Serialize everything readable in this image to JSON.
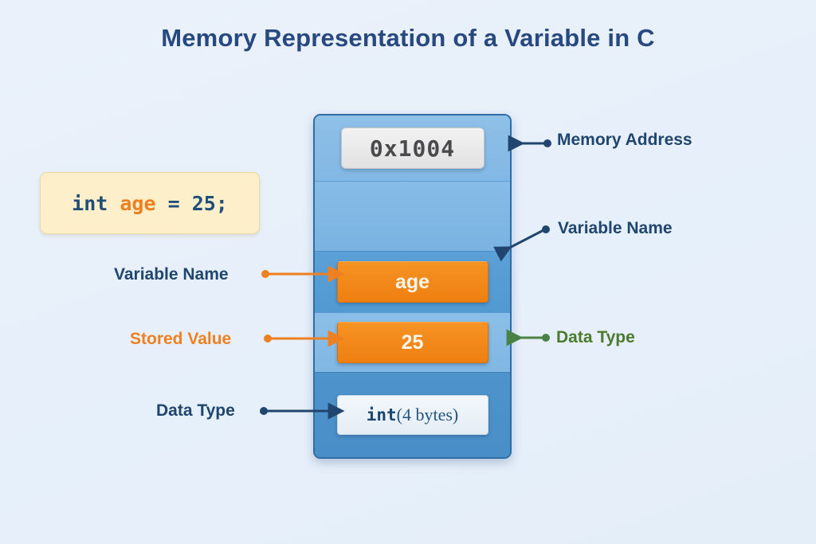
{
  "title": "Memory Representation of a Variable in C",
  "code_snippet": {
    "keyword": "int",
    "identifier": "age",
    "operator": "=",
    "value": "25;",
    "full_text": "int age = 25;"
  },
  "memory_block": {
    "address": "0x1004",
    "variable_name": "age",
    "stored_value": "25",
    "data_type_keyword": "int",
    "data_type_size": "(4 bytes)"
  },
  "annotations": {
    "memory_address_right": "Memory Address",
    "variable_name_right": "Variable Name",
    "data_type_right": "Data Type",
    "variable_name_left": "Variable Name",
    "stored_value_left": "Stored Value",
    "data_type_left": "Data Type"
  },
  "colors": {
    "background": "#e8f0fa",
    "title_navy": "#27497f",
    "accent_orange": "#ef8022",
    "accent_green": "#4c7a2e",
    "accent_navy": "#20456f",
    "block_blue": "#5299d2",
    "code_box_yellow": "#fcefc9"
  }
}
